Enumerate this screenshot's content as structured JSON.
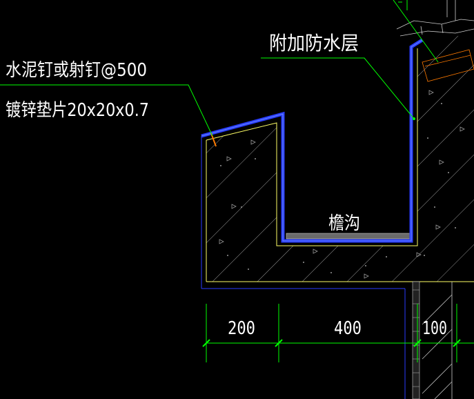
{
  "drawing": {
    "annotations": {
      "fastener_line1": "水泥钉或射钉@500",
      "fastener_line2": "镀锌垫片20x20x0.7",
      "waterproof_layer": "附加防水层",
      "gutter": "檐沟"
    },
    "dimensions": [
      "200",
      "400",
      "100"
    ],
    "colors": {
      "background": "#000000",
      "structure_outline": "#ffff66",
      "waterproof": "#2a3dff",
      "leader": "#00ff00",
      "hatch": "#cfcfcf",
      "dimension": "#00ff00",
      "text": "#ffffff"
    }
  }
}
